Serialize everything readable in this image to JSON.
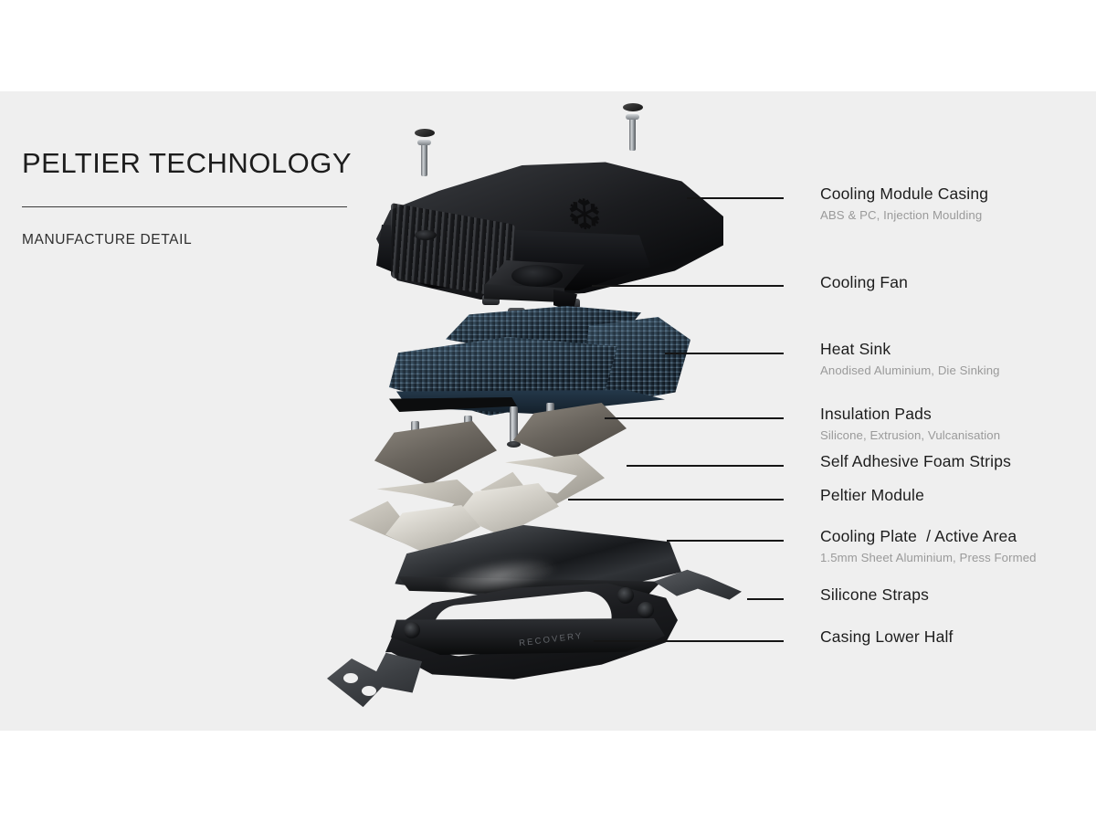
{
  "title": "PELTIER TECHNOLOGY",
  "subtitle": "MANUFACTURE DETAIL",
  "product_brand": "RECOVERY",
  "icons": {
    "snowflake": "❆"
  },
  "colors": {
    "background": "#ffffff",
    "canvas": "#efefef",
    "label_primary": "#1d1d1d",
    "label_secondary": "#9a9a9a",
    "leader_line": "#151515",
    "heatsink": "#24384a",
    "casing": "#121315"
  },
  "callouts": [
    {
      "title": "Cooling Module Casing",
      "sub": "ABS & PC, Injection Moulding"
    },
    {
      "title": "Cooling Fan",
      "sub": ""
    },
    {
      "title": "Heat Sink",
      "sub": "Anodised Aluminium, Die Sinking"
    },
    {
      "title": "Insulation Pads",
      "sub": "Silicone, Extrusion, Vulcanisation"
    },
    {
      "title": "Self Adhesive Foam Strips",
      "sub": ""
    },
    {
      "title": "Peltier Module",
      "sub": ""
    },
    {
      "title": "Cooling Plate  / Active Area",
      "sub": "1.5mm Sheet Aluminium, Press Formed"
    },
    {
      "title": "Silicone Straps",
      "sub": ""
    },
    {
      "title": "Casing Lower Half",
      "sub": ""
    }
  ]
}
